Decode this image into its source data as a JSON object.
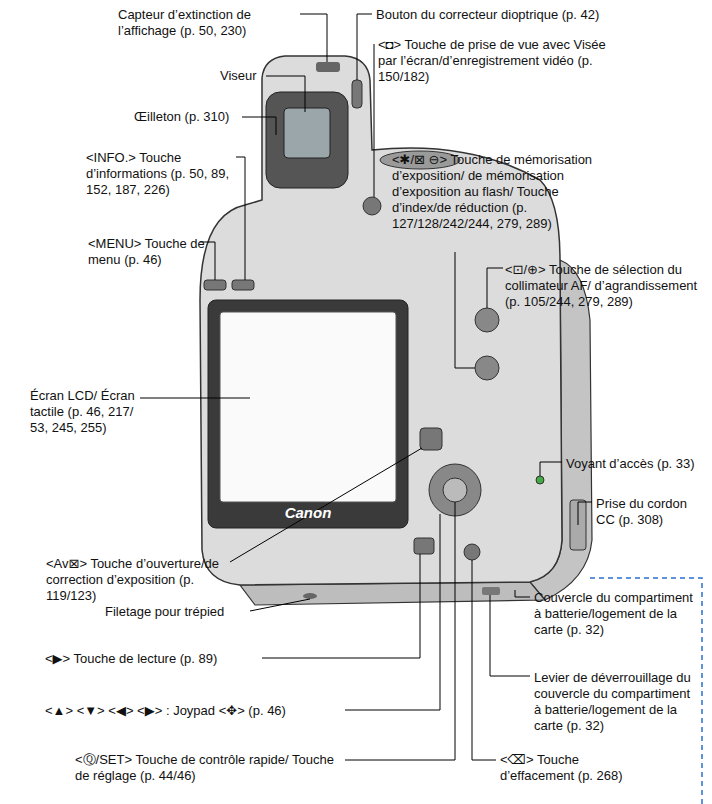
{
  "diagram": {
    "labels": [
      "Capteur d’extinction de l’affichage (p. 50, 230)",
      "Bouton du correcteur dioptrique (p. 42)",
      "Viseur",
      "<◘> Touche de prise de vue avec Visée par l’écran/d’enregistrement vidéo (p. 150/182)",
      "Œilleton (p. 310)",
      "<INFO.> Touche d’informations (p. 50, 89, 152, 187, 226)",
      "<✱/⊠ ⊖> Touche de mémorisation d’exposition/ de mémorisation d’exposition au flash/ Touche d’index/de réduction (p. 127/128/242/244, 279, 289)",
      "<MENU> Touche de menu (p. 46)",
      "<⊡/⊕> Touche de sélection du collimateur AF/ d’agrandissement (p. 105/244, 279, 289)",
      "Écran LCD/ Écran tactile (p. 46, 217/ 53, 245, 255)",
      "Voyant d’accès (p. 33)",
      "Prise du cordon CC (p. 308)",
      "<Av⊠> Touche d’ouverture/de correction d’exposition (p. 119/123)",
      "Filetage pour trépied",
      "Couvercle du compartiment à batterie/logement de la carte (p. 32)",
      "<▶> Touche de lecture (p. 89)",
      "Levier de déverrouillage du couvercle du compartiment à batterie/logement de la carte (p. 32)",
      "<▲> <▼> <◀> <▶> : Joypad <✥> (p. 46)",
      "<Ⓠ/SET> Touche de contrôle rapide/ Touche de réglage (p. 44/46)",
      "<⌫> Touche d’effacement (p. 268)",
      "Canon"
    ]
  }
}
